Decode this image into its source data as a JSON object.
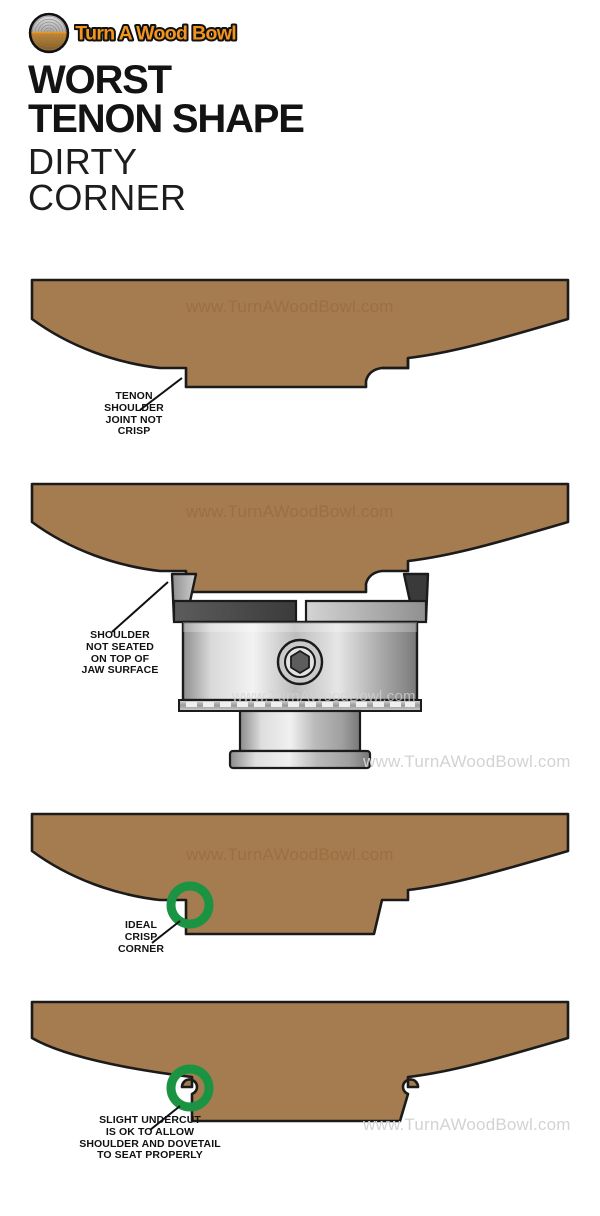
{
  "brand": {
    "name": "Turn A Wood Bowl",
    "logo_icon": "wood-bowl-circle-icon",
    "word_color": "#F2941D",
    "outline_color": "#111111"
  },
  "title": {
    "line1": "WORST",
    "line2": "TENON SHAPE",
    "line3": "DIRTY",
    "line4": "CORNER"
  },
  "colors": {
    "wood": "#A57C4F",
    "wood_outline": "#1b1b1b",
    "wood_watermark": "#9a7043",
    "plain_watermark": "#d3d3d3",
    "highlight_green": "#1a9443",
    "metal_light": "#e9e9e9",
    "metal_mid": "#b6b6b6",
    "metal_dark": "#5a5a5a",
    "jaw_dark": "#3a3a3a",
    "text": "#111111"
  },
  "watermarks": {
    "wood_text": "www.TurnAWoodBowl.com",
    "plain_text": "www.TurnAWoodBowl.com"
  },
  "figures": [
    {
      "id": "figure-dirty-corner",
      "caption": "TENON\nSHOULDER\nJOINT NOT\nCRISP",
      "has_chuck": false,
      "has_highlight": false
    },
    {
      "id": "figure-chuck-not-seated",
      "caption": "SHOULDER\nNOT SEATED\nON TOP OF\nJAW SURFACE",
      "has_chuck": true,
      "has_highlight": false
    },
    {
      "id": "figure-crisp-corner",
      "caption": "IDEAL\nCRISP\nCORNER",
      "has_chuck": false,
      "has_highlight": true
    },
    {
      "id": "figure-slight-undercut",
      "caption": "SLIGHT UNDERCUT\nIS OK TO ALLOW\nSHOULDER AND DOVETAIL\nTO SEAT PROPERLY",
      "has_chuck": false,
      "has_highlight": true
    }
  ]
}
